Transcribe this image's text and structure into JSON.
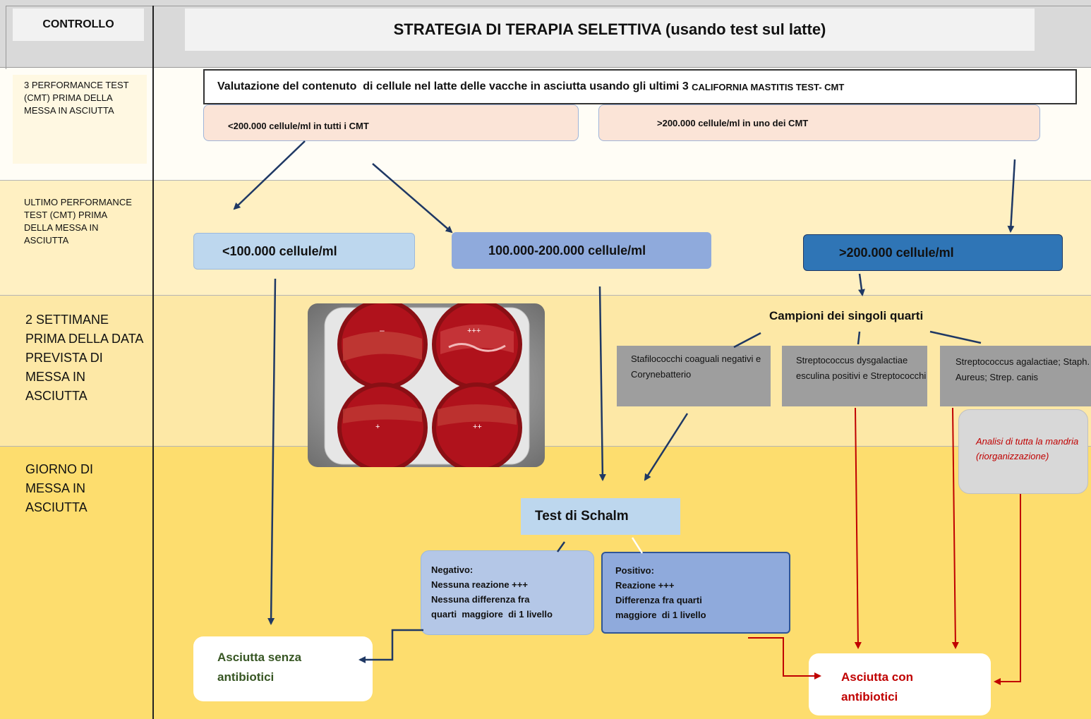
{
  "header": {
    "control_label": "CONTROLLO",
    "title": "STRATEGIA DI TERAPIA SELETTIVA (usando test sul latte)"
  },
  "rows": [
    {
      "label": "3 PERFORMANCE TEST (CMT) PRIMA DELLA MESSA IN ASCIUTTA"
    },
    {
      "label": "ULTIMO PERFORMANCE TEST (CMT) PRIMA DELLA MESSA IN ASCIUTTA"
    },
    {
      "label": "2 SETTIMANE PRIMA DELLA DATA PREVISTA DI MESSA IN ASCIUTTA"
    },
    {
      "label": "GIORNO DI MESSA IN ASCIUTTA"
    }
  ],
  "valutazione": {
    "text": "Valutazione del contenuto  di cellule nel latte delle vacche in asciutta usando gli ultimi 3 ",
    "text_small": "CALIFORNIA MASTITIS TEST- CMT"
  },
  "cmt_branches": {
    "low": "<200.000 cellule/ml in tutti i CMT",
    "high": ">200.000 cellule/ml in uno dei CMT"
  },
  "cell_counts": {
    "low": "<100.000 cellule/ml",
    "mid": "100.000-200.000 cellule/ml",
    "high": ">200.000 cellule/ml"
  },
  "quarter_samples": {
    "title": "Campioni dei singoli quarti",
    "groups": [
      "Stafilococchi coaguali negativi e Corynebatterio",
      "Streptococcus dysgalactiae esculina positivi e Streptococchi",
      "Streptococcus agalactiae;  Staph. Aureus; Strep. canis"
    ],
    "herd_analysis": "Analisi di tutta la mandria (riorganizzazione)"
  },
  "photo": {
    "plate_marks": [
      "–",
      "+++",
      "+",
      "++"
    ]
  },
  "schalm": {
    "title": "Test di Schalm",
    "negative_lines": [
      "Negativo:",
      "Nessuna reazione +++",
      "Nessuna differenza fra",
      "quarti  maggiore  di 1 livello"
    ],
    "positive_lines": [
      "Positivo:",
      "Reazione +++",
      "Differenza fra quarti",
      "maggiore  di 1 livello"
    ]
  },
  "outcomes": {
    "without_antibiotics": [
      "Asciutta senza",
      "antibiotici"
    ],
    "with_antibiotics": [
      "Asciutta con",
      "antibiotici"
    ]
  },
  "colors": {
    "navy_arrow": "#1f3864",
    "red_arrow": "#c00000",
    "green_text": "#375623"
  }
}
